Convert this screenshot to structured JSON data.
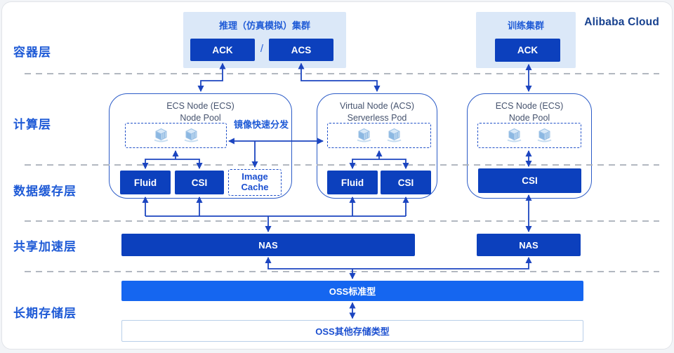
{
  "brand": "Alibaba Cloud",
  "layers": {
    "l1": "容器层",
    "l2": "计算层",
    "l3": "数据缓存层",
    "l4": "共享加速层",
    "l5": "长期存储层"
  },
  "clusters": {
    "inference_title": "推理（仿真模拟）集群",
    "inference_ack": "ACK",
    "slash": "/",
    "inference_acs": "ACS",
    "training_title": "训练集群",
    "training_ack": "ACK"
  },
  "nodes": {
    "left_title1": "ECS Node (ECS)",
    "left_title2": "Node Pool",
    "mid_title1": "Virtual Node (ACS)",
    "mid_title2": "Serverless Pod",
    "right_title1": "ECS Node (ECS)",
    "right_title2": "Node Pool"
  },
  "annotations": {
    "image_dist": "镜像快速分发"
  },
  "cache": {
    "left_fluid": "Fluid",
    "left_csi": "CSI",
    "image_cache": "Image Cache",
    "mid_fluid": "Fluid",
    "mid_csi": "CSI",
    "right_csi": "CSI"
  },
  "accel": {
    "nas_left": "NAS",
    "nas_right": "NAS"
  },
  "storage": {
    "oss_standard": "OSS标准型",
    "oss_other": "OSS其他存储类型"
  },
  "colors": {
    "button_blue": "#0c40bd",
    "oss_bright_blue": "#1566f0",
    "line_blue": "#1c45c0",
    "label_blue": "#1e5ad6",
    "group_bg": "#dbe8f8",
    "icon_blue": "#a9c9e9"
  }
}
